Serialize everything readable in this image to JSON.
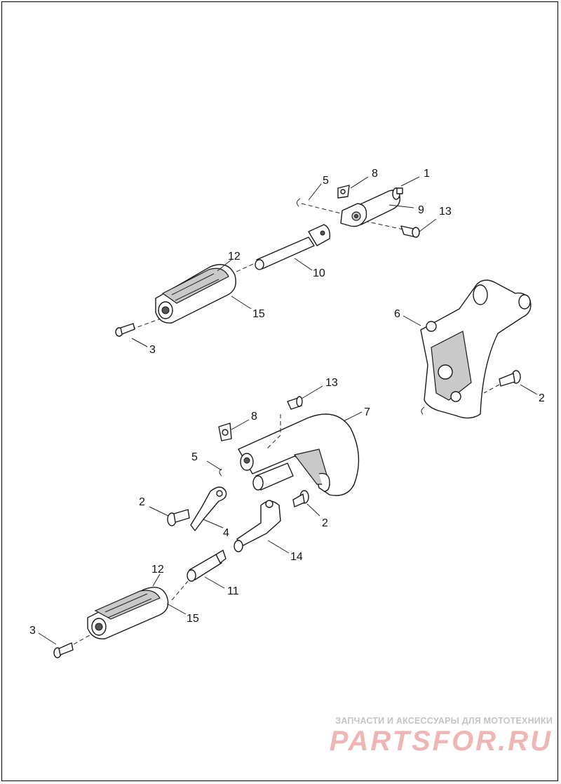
{
  "callouts": {
    "top_1": "1",
    "top_5": "5",
    "top_8": "8",
    "top_9": "9",
    "top_13": "13",
    "top_12": "12",
    "top_10": "10",
    "top_15": "15",
    "top_3": "3",
    "mid_6": "6",
    "mid_2": "2",
    "bot_13": "13",
    "bot_7": "7",
    "bot_8": "8",
    "bot_5": "5",
    "bot_2a": "2",
    "bot_2b": "2",
    "bot_4": "4",
    "bot_14": "14",
    "bot_12": "12",
    "bot_11": "11",
    "bot_15": "15",
    "bot_3": "3"
  },
  "watermark": {
    "tagline": "ЗАПЧАСТИ И АКСЕССУАРЫ ДЛЯ МОТОТЕХНИКИ",
    "brand": "PARTSFOR.RU"
  },
  "colors": {
    "line": "#1a1a1a",
    "watermark_brand": "#f0b5b5",
    "watermark_tagline": "#c4c4c4"
  }
}
